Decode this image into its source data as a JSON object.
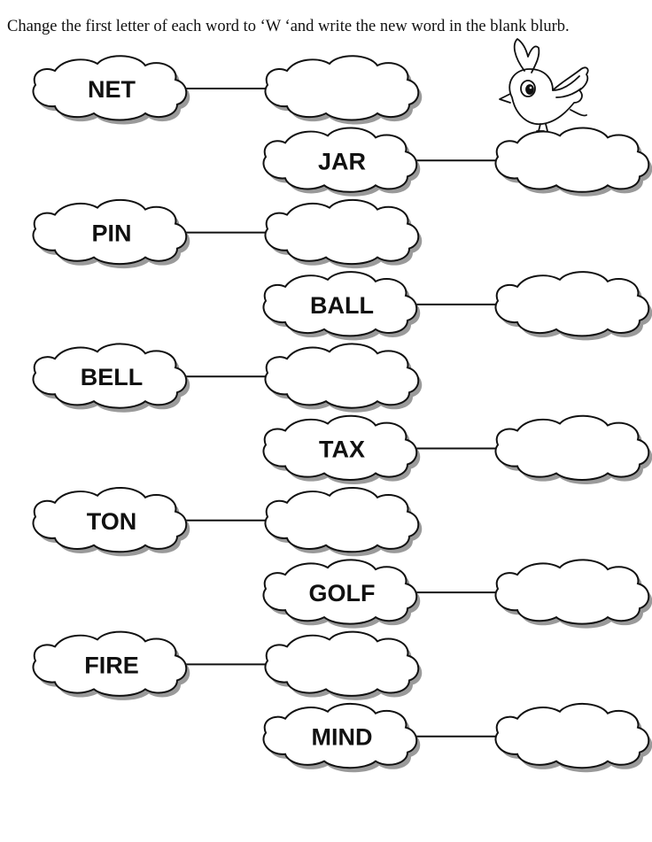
{
  "instruction": "Change the first letter of each word to ‘W ‘and write the new word in the blank blurb.",
  "rows": [
    {
      "word": "NET",
      "answer": ""
    },
    {
      "word": "JAR",
      "answer": ""
    },
    {
      "word": "PIN",
      "answer": ""
    },
    {
      "word": "BALL",
      "answer": ""
    },
    {
      "word": "BELL",
      "answer": ""
    },
    {
      "word": "TAX",
      "answer": ""
    },
    {
      "word": "TON",
      "answer": ""
    },
    {
      "word": "GOLF",
      "answer": ""
    },
    {
      "word": "FIRE",
      "answer": ""
    },
    {
      "word": "MIND",
      "answer": ""
    }
  ],
  "illustration": {
    "icon": "bird-icon"
  },
  "colors": {
    "ink": "#111111",
    "shadow": "#9a9a9a",
    "paper": "#ffffff"
  }
}
